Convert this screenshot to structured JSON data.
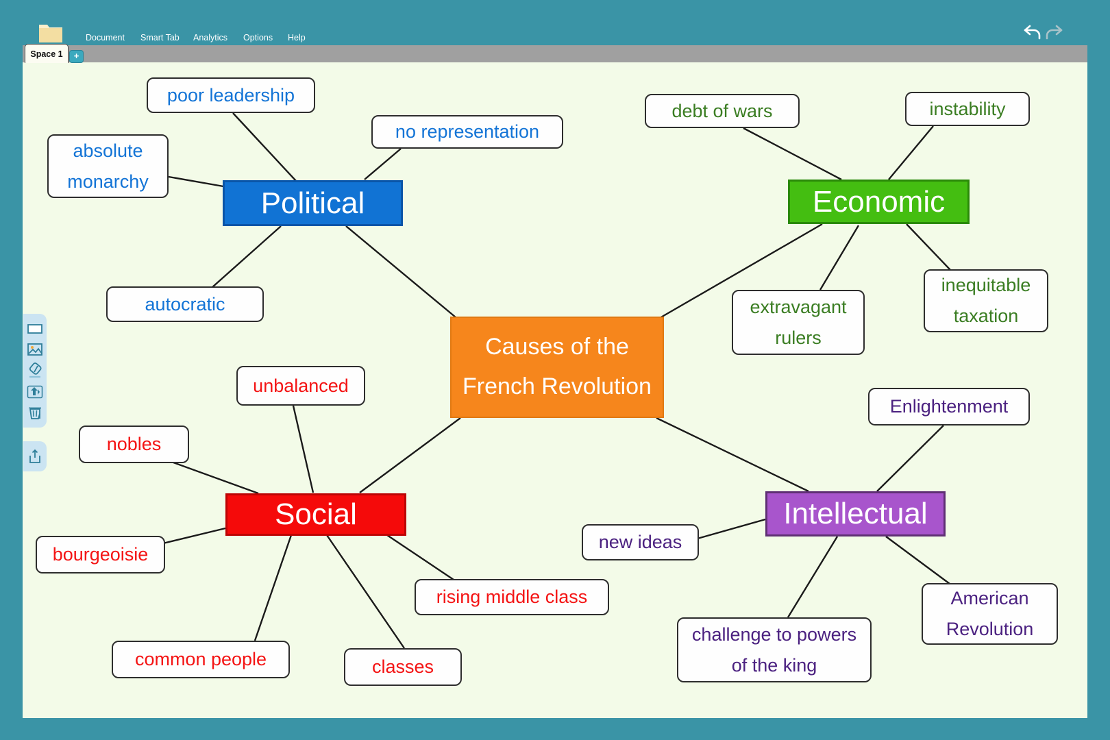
{
  "window": {
    "menu": [
      {
        "label": "Document"
      },
      {
        "label": "Smart Tab"
      },
      {
        "label": "Analytics"
      },
      {
        "label": "Options"
      },
      {
        "label": "Help"
      }
    ],
    "tab_label": "Space 1",
    "new_tab_label": "+",
    "header_icons": [
      "folder-icon",
      "undo-icon",
      "redo-icon"
    ]
  },
  "toolbar": {
    "icons": [
      "shape-tool-icon",
      "image-tool-icon",
      "fill-tool-icon",
      "reorder-tool-icon",
      "trash-tool-icon",
      "export-tool-icon"
    ]
  },
  "colors": {
    "frame_teal": "#3A94A6",
    "canvas_green": "#F3FBE8",
    "tabbar_gray": "#A0A0A0",
    "central_orange": "#F6861C",
    "political_blue": "#1173D4",
    "economic_green": "#44BE11",
    "social_red": "#F50A0A",
    "intellectual_purple": "#A855CC"
  },
  "mindmap": {
    "center": {
      "label": "Causes of the French Revolution",
      "fill": "#F6861C"
    },
    "branches": [
      {
        "label": "Political",
        "fill": "#1173D4",
        "text_color": "#1374D6",
        "children": [
          "poor leadership",
          "no representation",
          "absolute monarchy",
          "autocratic"
        ]
      },
      {
        "label": "Economic",
        "fill": "#44BE11",
        "text_color": "#3A7D22",
        "children": [
          "debt of wars",
          "instability",
          "extravagant rulers",
          "inequitable taxation"
        ]
      },
      {
        "label": "Social",
        "fill": "#F50A0A",
        "text_color": "#F41414",
        "children": [
          "unbalanced",
          "nobles",
          "bourgeoisie",
          "common people",
          "classes",
          "rising middle class"
        ]
      },
      {
        "label": "Intellectual",
        "fill": "#A855CC",
        "text_color": "#4B2180",
        "children": [
          "Enlightenment",
          "new ideas",
          "challenge to powers of the king",
          "American Revolution"
        ]
      }
    ]
  }
}
